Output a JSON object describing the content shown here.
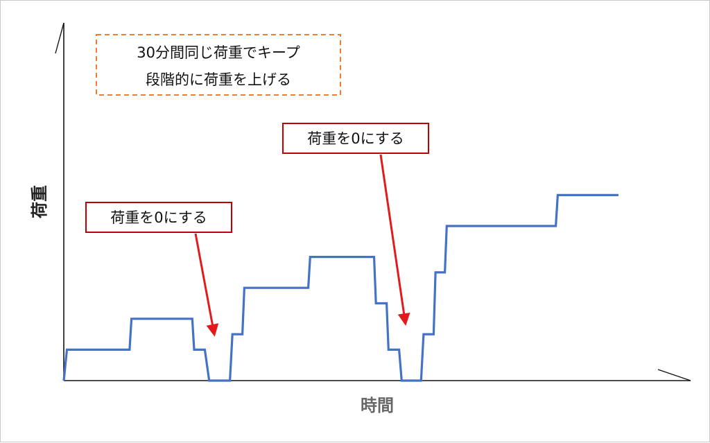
{
  "chart_data": {
    "type": "line",
    "step": true,
    "title": "",
    "xlabel": "時間",
    "ylabel": "荷重",
    "axis_tick_labels": false,
    "grid": false,
    "legend": "none",
    "xlim": [
      0,
      100
    ],
    "ylim": [
      0,
      100
    ],
    "series": [
      {
        "color": "#4472C4",
        "points": [
          [
            0,
            0
          ],
          [
            0.5,
            20
          ],
          [
            10.5,
            20
          ],
          [
            10.8,
            40
          ],
          [
            20.5,
            40
          ],
          [
            20.8,
            20
          ],
          [
            22.5,
            20
          ],
          [
            23.2,
            0
          ],
          [
            26.5,
            0
          ],
          [
            26.9,
            30
          ],
          [
            28.5,
            30
          ],
          [
            28.8,
            60
          ],
          [
            39,
            60
          ],
          [
            39.3,
            80
          ],
          [
            49.5,
            80
          ],
          [
            49.8,
            50
          ],
          [
            51.5,
            50
          ],
          [
            51.8,
            20
          ],
          [
            53.5,
            20
          ],
          [
            53.9,
            0
          ],
          [
            57,
            0
          ],
          [
            57.4,
            30
          ],
          [
            59,
            30
          ],
          [
            59.3,
            70
          ],
          [
            60.8,
            70
          ],
          [
            61.1,
            100
          ],
          [
            78.5,
            100
          ],
          [
            78.8,
            120
          ],
          [
            88.5,
            120
          ]
        ]
      }
    ],
    "annotations": [
      {
        "name": "note-box",
        "style": "dashed",
        "border_color": "#ED7D31",
        "lines": [
          "30分間同じ荷重でキープ",
          "段階的に荷重を上げる"
        ]
      },
      {
        "name": "callout-1",
        "style": "solid",
        "border_color": "#C00000",
        "arrow_color": "#E31A1C",
        "lines": [
          "荷重を0にする"
        ],
        "arrow_target": [
          24,
          30
        ]
      },
      {
        "name": "callout-2",
        "style": "solid",
        "border_color": "#C00000",
        "arrow_color": "#E31A1C",
        "lines": [
          "荷重を0にする"
        ],
        "arrow_target": [
          54.5,
          37
        ]
      }
    ]
  }
}
